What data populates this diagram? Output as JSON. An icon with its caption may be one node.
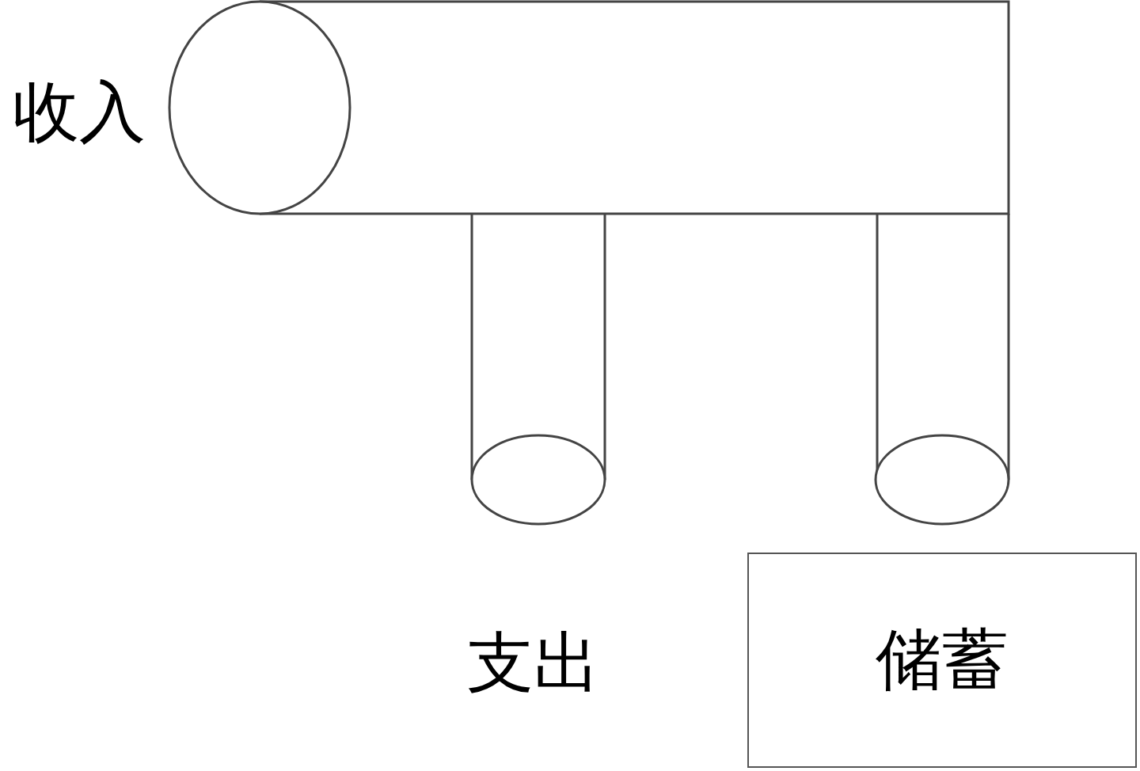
{
  "diagram": {
    "nodes": [
      {
        "text": [
          "储蓄"
        ]
      }
    ],
    "labels": [
      "收入",
      "支出"
    ]
  }
}
